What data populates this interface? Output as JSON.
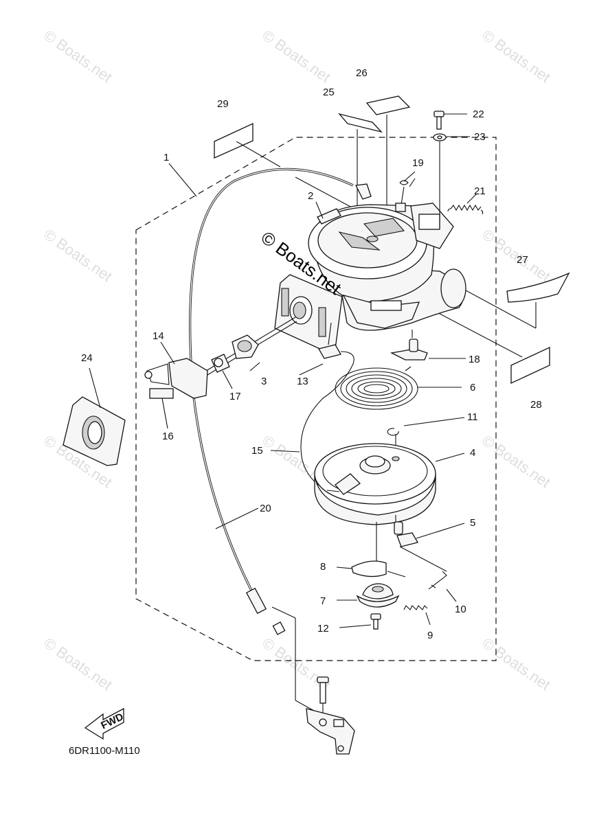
{
  "watermark": {
    "text": "© Boats.net"
  },
  "diagram_code": "6DR1100-M110",
  "fwd_arrow_label": "FWD",
  "callouts": [
    {
      "id": "1",
      "label": "1"
    },
    {
      "id": "2",
      "label": "2"
    },
    {
      "id": "3",
      "label": "3"
    },
    {
      "id": "4",
      "label": "4"
    },
    {
      "id": "5",
      "label": "5"
    },
    {
      "id": "6",
      "label": "6"
    },
    {
      "id": "7",
      "label": "7"
    },
    {
      "id": "8",
      "label": "8"
    },
    {
      "id": "9",
      "label": "9"
    },
    {
      "id": "10",
      "label": "10"
    },
    {
      "id": "11",
      "label": "11"
    },
    {
      "id": "12",
      "label": "12"
    },
    {
      "id": "13",
      "label": "13"
    },
    {
      "id": "14",
      "label": "14"
    },
    {
      "id": "15",
      "label": "15"
    },
    {
      "id": "16",
      "label": "16"
    },
    {
      "id": "17",
      "label": "17"
    },
    {
      "id": "18",
      "label": "18"
    },
    {
      "id": "19",
      "label": "19"
    },
    {
      "id": "20",
      "label": "20"
    },
    {
      "id": "21",
      "label": "21"
    },
    {
      "id": "22",
      "label": "22"
    },
    {
      "id": "23",
      "label": "23"
    },
    {
      "id": "24",
      "label": "24"
    },
    {
      "id": "25",
      "label": "25"
    },
    {
      "id": "26",
      "label": "26"
    },
    {
      "id": "27",
      "label": "27"
    },
    {
      "id": "28",
      "label": "28"
    },
    {
      "id": "29",
      "label": "29"
    }
  ]
}
